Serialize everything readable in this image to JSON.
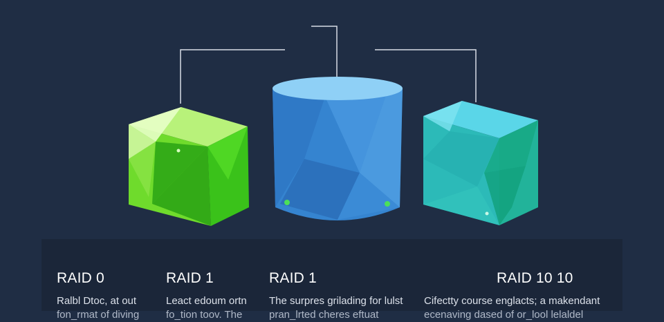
{
  "colors": {
    "background": "#1f2d44",
    "panel": "#1b2639",
    "green": "#45d11f",
    "blue": "#3a8fd8",
    "teal": "#2cc0b8",
    "connector": "#d8dde6"
  },
  "columns": [
    {
      "title": "RAID 0",
      "line1": "Ralbl Dtoc,  at out",
      "line2": "fon_rmat of diving"
    },
    {
      "title": "RAID 1",
      "line1": "Leact edoum ortn",
      "line2": "fo_tion toov.  The"
    },
    {
      "title": "RAID 1",
      "line1": "The surpres grilading for lulst",
      "line2": "pran_lrted cheres eftuat"
    },
    {
      "title": "RAID 10 10",
      "line1": "Cifectty course englacts; a makendant",
      "line2": "ecenaving dased of or_lool lelaldel"
    }
  ]
}
